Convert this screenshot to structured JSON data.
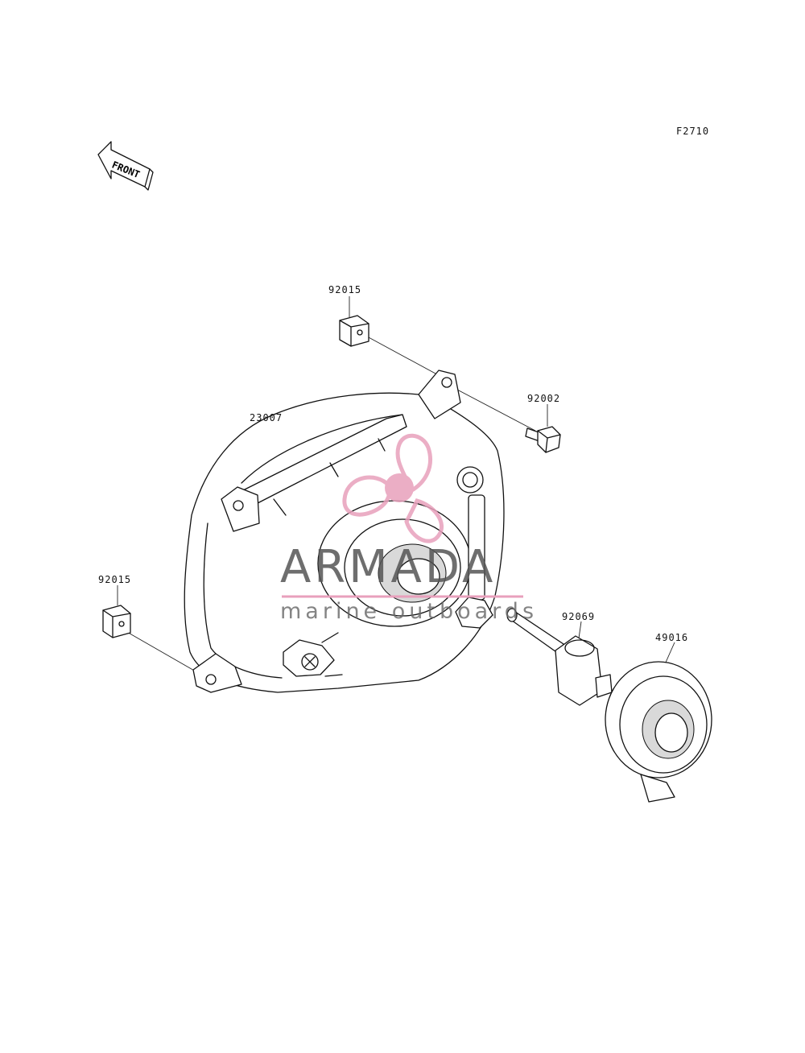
{
  "diagram": {
    "code": "F2710",
    "front_arrow": "FRONT",
    "callouts": {
      "nut_top": "92015",
      "bolt": "92002",
      "headlamp_unit": "23007",
      "nut_left": "92015",
      "bulb": "92069",
      "cap": "49016"
    }
  },
  "watermark": {
    "brand": "ARMADA",
    "tagline": "marine outboards",
    "colors": {
      "logo": "#e8a0bc",
      "text": "#555555",
      "rule": "#e8a0bc"
    }
  }
}
